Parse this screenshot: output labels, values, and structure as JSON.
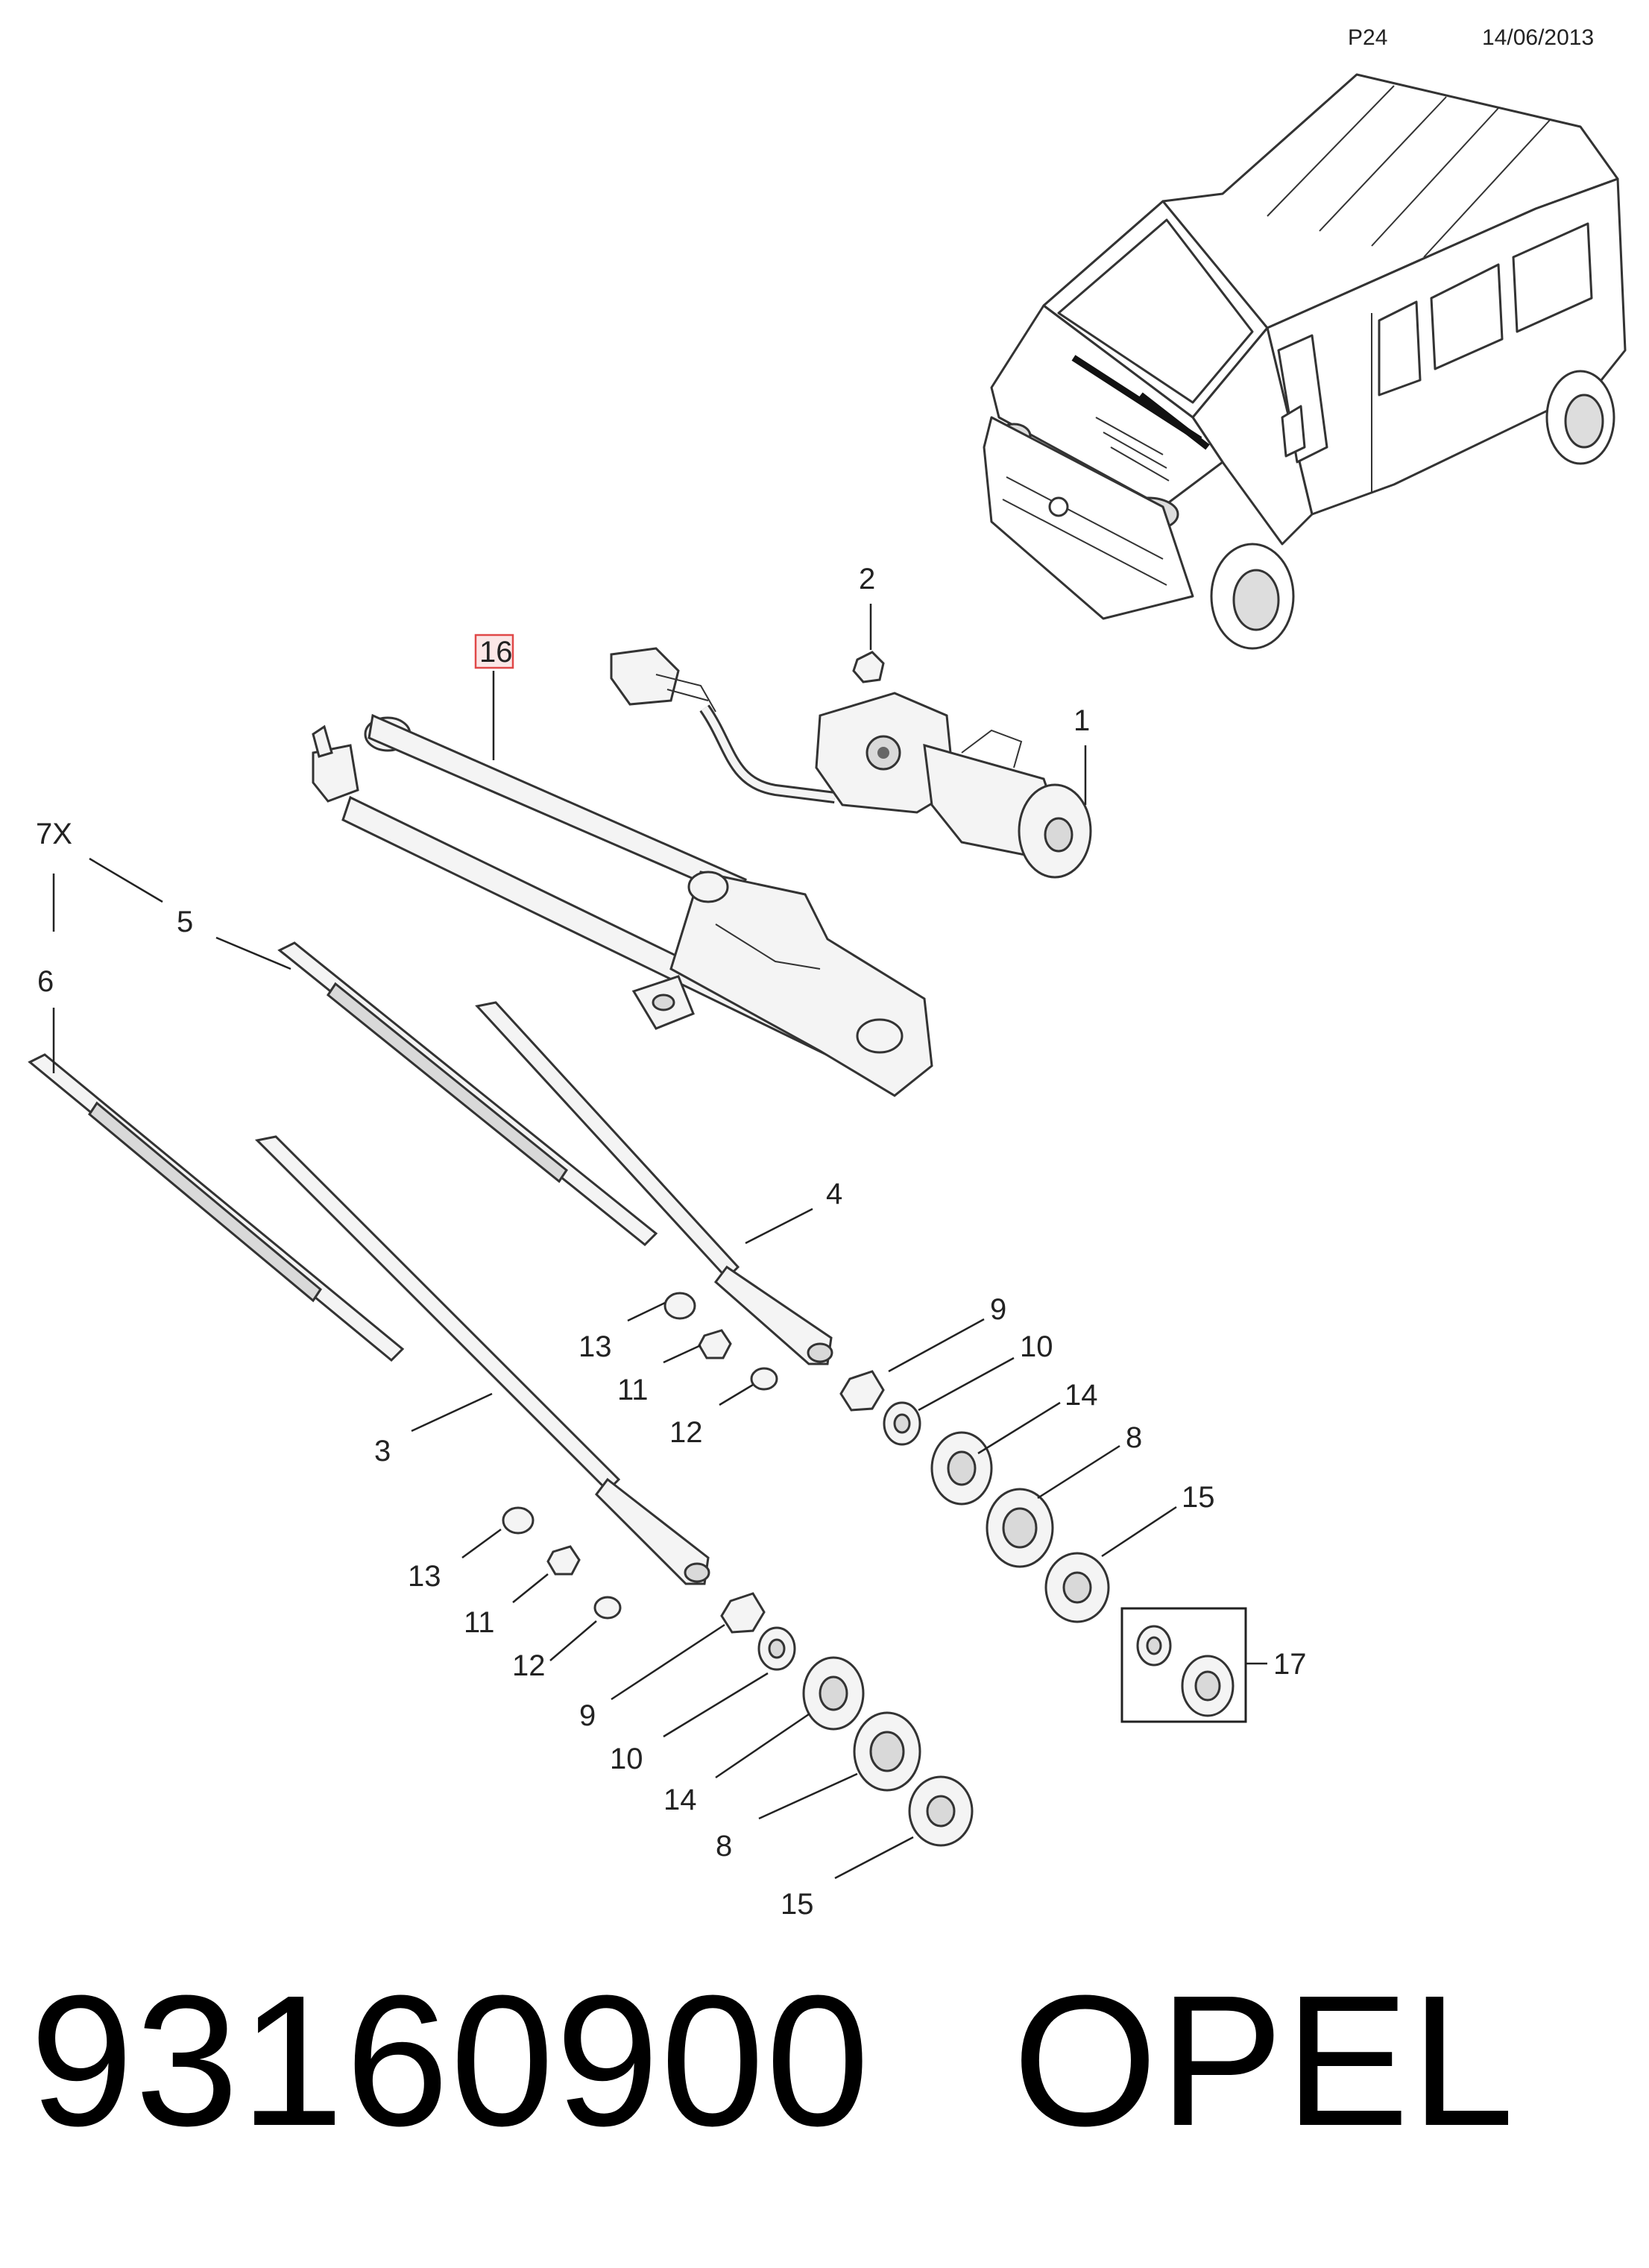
{
  "header": {
    "page_code": "P24",
    "date": "14/06/2013"
  },
  "diagram": {
    "highlighted_part": "16",
    "callouts": [
      {
        "id": "c1",
        "label": "1"
      },
      {
        "id": "c2",
        "label": "2"
      },
      {
        "id": "c16",
        "label": "16"
      },
      {
        "id": "c7x",
        "label": "7X"
      },
      {
        "id": "c5",
        "label": "5"
      },
      {
        "id": "c6",
        "label": "6"
      },
      {
        "id": "c4",
        "label": "4"
      },
      {
        "id": "c3",
        "label": "3"
      },
      {
        "id": "c9a",
        "label": "9"
      },
      {
        "id": "c10a",
        "label": "10"
      },
      {
        "id": "c14a",
        "label": "14"
      },
      {
        "id": "c8a",
        "label": "8"
      },
      {
        "id": "c15a",
        "label": "15"
      },
      {
        "id": "c17",
        "label": "17"
      },
      {
        "id": "c13a",
        "label": "13"
      },
      {
        "id": "c11a",
        "label": "11"
      },
      {
        "id": "c12a",
        "label": "12"
      },
      {
        "id": "c13b",
        "label": "13"
      },
      {
        "id": "c11b",
        "label": "11"
      },
      {
        "id": "c12b",
        "label": "12"
      },
      {
        "id": "c9b",
        "label": "9"
      },
      {
        "id": "c10b",
        "label": "10"
      },
      {
        "id": "c14b",
        "label": "14"
      },
      {
        "id": "c8b",
        "label": "8"
      },
      {
        "id": "c15b",
        "label": "15"
      }
    ],
    "highlight_color": "#e04848"
  },
  "footer": {
    "part_number": "93160900",
    "brand": "OPEL"
  }
}
